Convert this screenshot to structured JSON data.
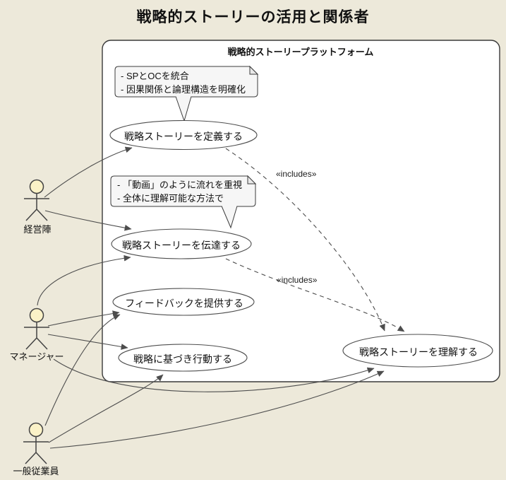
{
  "diagram": {
    "title": "戦略的ストーリーの活用と関係者",
    "system": {
      "label": "戦略的ストーリープラットフォーム"
    },
    "use_cases": [
      {
        "label": "戦略ストーリーを定義する"
      },
      {
        "label": "戦略ストーリーを伝達する"
      },
      {
        "label": "フィードバックを提供する"
      },
      {
        "label": "戦略に基づき行動する"
      },
      {
        "label": "戦略ストーリーを理解する"
      }
    ],
    "notes": [
      {
        "line1": "- SPとOCを統合",
        "line2": "- 因果関係と論理構造を明確化",
        "attached_to": "戦略ストーリーを定義する"
      },
      {
        "line1": "- 「動画」のように流れを重視",
        "line2": "- 全体に理解可能な方法で",
        "attached_to": "戦略ストーリーを伝達する"
      }
    ],
    "actors": [
      {
        "label": "経営陣"
      },
      {
        "label": "マネージャー"
      },
      {
        "label": "一般従業員"
      }
    ],
    "stereotype_label": "«includes»",
    "colors": {
      "background": "#EDE9DA",
      "boundary_fill": "#FFFFFF",
      "line": "#4D4D4D",
      "note_fill": "#F6F6F6",
      "fold_fill": "#E9E9E9",
      "actor_head_fill": "#FBF2C7",
      "text": "#111111"
    }
  }
}
